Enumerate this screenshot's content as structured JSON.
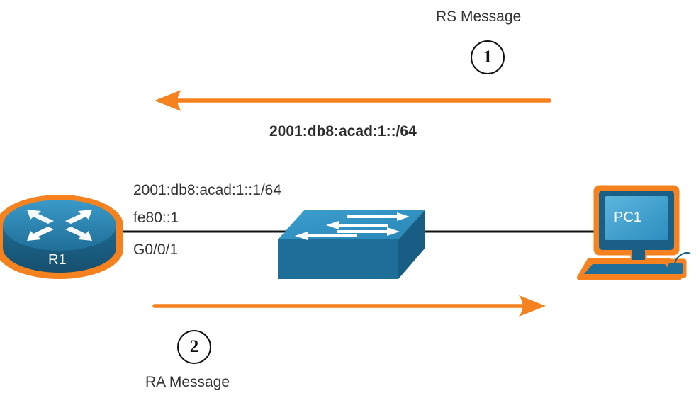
{
  "messages": {
    "rs": {
      "step": "1",
      "label": "RS Message"
    },
    "ra": {
      "step": "2",
      "label": "RA Message"
    }
  },
  "prefix_label": "2001:db8:acad:1::/64",
  "router": {
    "name": "R1",
    "gua": "2001:db8:acad:1::1/64",
    "lla": "fe80::1",
    "interface": "G0/0/1"
  },
  "pc": {
    "name": "PC1"
  },
  "colors": {
    "arrow": "#f5821f",
    "device": "#2484b4",
    "highlight": "#f5821f",
    "link": "#111111"
  }
}
